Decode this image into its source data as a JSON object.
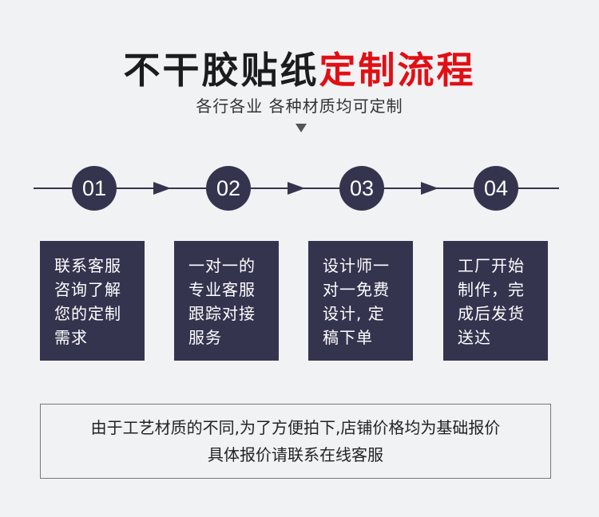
{
  "title": {
    "dark": "不干胶贴纸",
    "red": "定制流程"
  },
  "subtitle": "各行各业 各种材质均可定制",
  "steps": [
    {
      "number": "01",
      "lines": [
        "联系客服",
        "咨询了解",
        "您的定制",
        "需求"
      ]
    },
    {
      "number": "02",
      "lines": [
        "一对一的",
        "专业客服",
        "跟踪对接",
        "服务"
      ]
    },
    {
      "number": "03",
      "lines": [
        "设计师一",
        "对一免费",
        "设计, 定",
        "稿下单"
      ]
    },
    {
      "number": "04",
      "lines": [
        "工厂开始",
        "制作，完",
        "成后发货",
        "送达"
      ]
    }
  ],
  "notice": {
    "line1": "由于工艺材质的不同,为了方便拍下,店铺价格均为基础报价",
    "line2": "具体报价请联系在线客服"
  },
  "colors": {
    "accent_red": "#e10f14",
    "navy": "#35344f",
    "background": "#f1f2f4"
  }
}
